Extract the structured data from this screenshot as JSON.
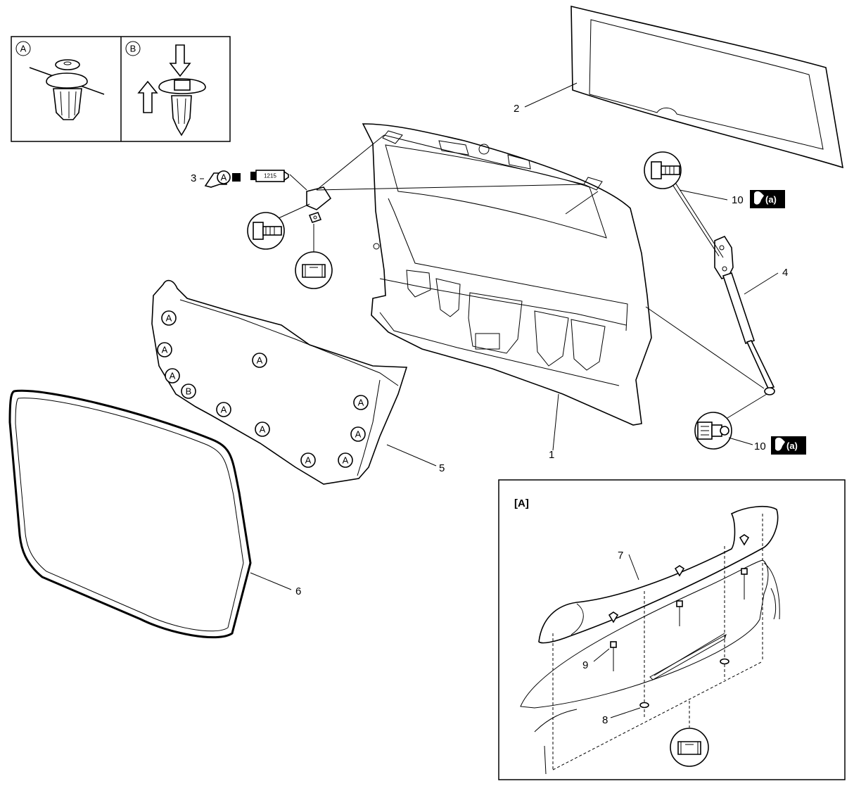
{
  "callouts": {
    "door": "1",
    "glass": "2",
    "hinge": "3",
    "damper": "4",
    "trim": "5",
    "seal": "6",
    "spoiler": "7",
    "spoiler_seal": "8",
    "spoiler_nut": "9",
    "bolt_upper": "10",
    "bolt_lower": "10"
  },
  "detail_boxes": {
    "clip_a": "A",
    "clip_b": "B"
  },
  "clip_markers": {
    "a": "A",
    "b": "B"
  },
  "torque": {
    "label": "(a)"
  },
  "sealant_tube": {
    "code": "1215"
  },
  "grease_marker": "A",
  "spoiler_view": {
    "label": "[A]"
  }
}
